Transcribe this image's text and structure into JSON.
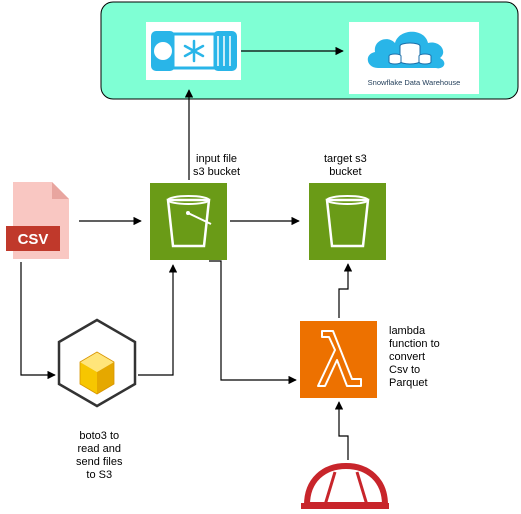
{
  "palette": {
    "panel_fill": "#7FFFD4",
    "bucket_green": "#6A9B17",
    "lambda_orange": "#ED7100",
    "csv_pink": "#F9C7C2",
    "csv_tag": "#C0392B",
    "snowpipe_blue": "#29B5E8",
    "cube_yellow": "#F7C600",
    "helmet_red": "#C8252B"
  },
  "nodes": {
    "csv_file": {
      "tag": "CSV",
      "icon": "csv-file-icon"
    },
    "snowpipe": {
      "icon": "snowflake-pipe-icon"
    },
    "warehouse": {
      "caption": "Snowflake Data Warehouse",
      "icon": "cloud-database-icon"
    },
    "input_bucket": {
      "label_lines": [
        "input file",
        "s3 bucket"
      ],
      "icon": "s3-bucket-icon"
    },
    "target_bucket": {
      "label_lines": [
        "target s3",
        "bucket"
      ],
      "icon": "s3-bucket-icon"
    },
    "lambda": {
      "label_lines": [
        "lambda",
        "function to",
        "convert",
        "Csv to",
        "Parquet"
      ],
      "icon": "lambda-icon"
    },
    "boto3": {
      "label_lines": [
        "boto3 to",
        "read and",
        "send files",
        "to S3"
      ],
      "icon": "package-cube-icon"
    },
    "redhat": {
      "icon": "red-hat-icon"
    }
  }
}
